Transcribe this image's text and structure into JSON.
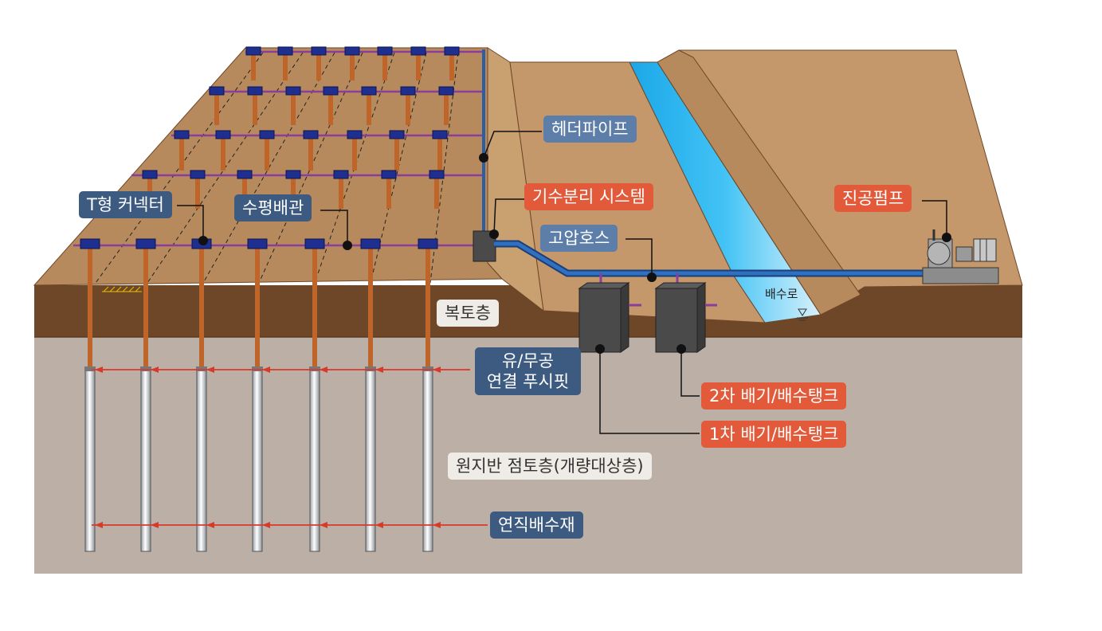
{
  "labels": {
    "header_pipe": "헤더파이프",
    "separation_system": "기수분리 시스템",
    "t_connector": "T형 커넥터",
    "horizontal_pipe": "수평배관",
    "high_pressure_hose": "고압호스",
    "vacuum_pump": "진공펌프",
    "cover_layer": "복토층",
    "joint_pushfit_line1": "유/무공",
    "joint_pushfit_line2": "연결 푸시핏",
    "tank_2": "2차 배기/배수탱크",
    "tank_1": "1차 배기/배수탱크",
    "ground_layer": "원지반 점토층(개량대상층)",
    "vertical_drain": "연직배수재",
    "drainage_channel": "배수로"
  },
  "colors": {
    "embankment_top": "#b68a5c",
    "embankment_side": "#c9a070",
    "cover_soil": "#6e4728",
    "clay_ground": "#bcb0a6",
    "water": "#2fb8f0",
    "pipe_blue": "#2b5fa3",
    "connector": "#1f2f8f",
    "drain_stem": "#c0652a",
    "horizontal_line": "#8a3d9c",
    "tank": "#4a4a4a"
  }
}
